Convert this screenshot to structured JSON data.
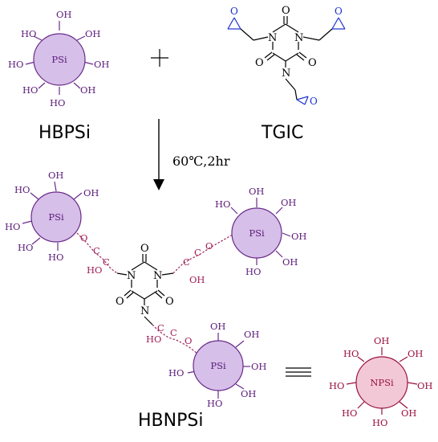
{
  "labels": {
    "hbpsi": "HBPSi",
    "tgic": "TGIC",
    "hbnpsi": "HBNPSi",
    "condition": "60℃,2hr"
  },
  "atoms": {
    "n": "N",
    "o": "O",
    "oh": "OH",
    "ho": "HO",
    "c": "C",
    "psi": "PSi",
    "npsi": "NPSi"
  },
  "colors": {
    "psi_fill": "#d6bfe8",
    "psi_stroke": "#6a2a8a",
    "npsi_fill": "#f2c8d6",
    "npsi_stroke": "#9a1040",
    "epoxide": "#1b2fd0",
    "linker": "#a0205a"
  },
  "symbols": {
    "plus": "plus-sign",
    "arrow": "down-arrow",
    "equivalence": "triple-bar-equivalence"
  }
}
